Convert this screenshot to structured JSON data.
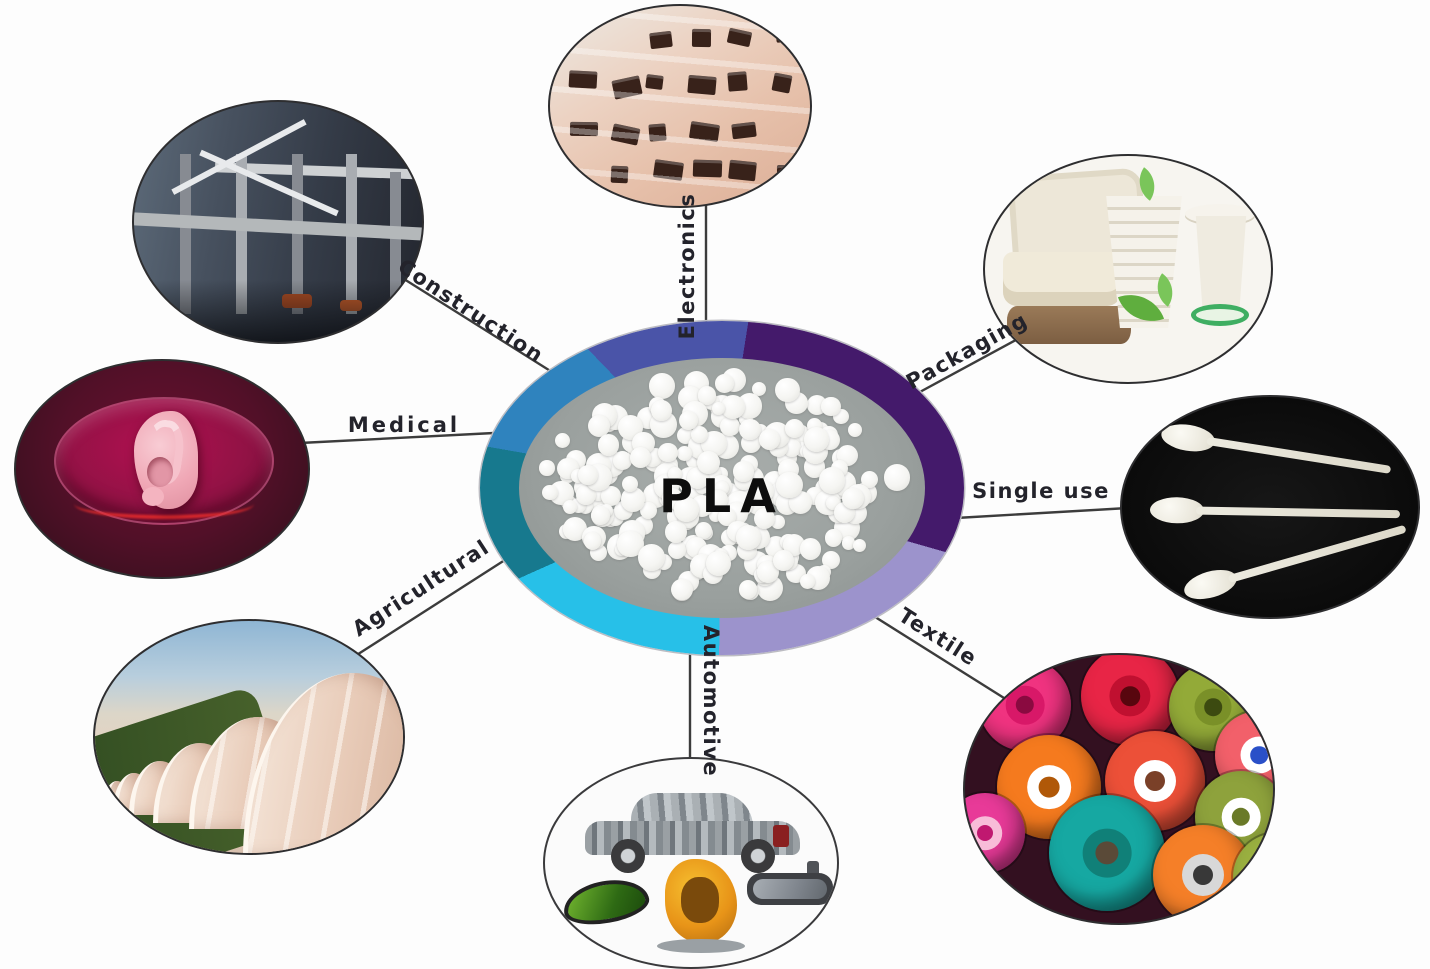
{
  "figure": {
    "center_label": "PLA",
    "center_description": "pile of translucent white PLA resin pellets on gray background",
    "ring_segments": [
      {
        "name": "indigo",
        "color": "#4a54a8"
      },
      {
        "name": "dark-purple",
        "color": "#441a6b"
      },
      {
        "name": "lavender",
        "color": "#9c93cc"
      },
      {
        "name": "cyan",
        "color": "#27c0e8"
      },
      {
        "name": "teal",
        "color": "#17798e"
      },
      {
        "name": "light-blue",
        "color": "#2f83be"
      }
    ],
    "applications": [
      {
        "id": "construction",
        "label": "Construction",
        "image": "steel-framed building under construction"
      },
      {
        "id": "electronics",
        "label": "Electronics",
        "image": "flexible electronic circuit with dark chips on skin-tone substrate"
      },
      {
        "id": "packaging",
        "label": "Packaging",
        "image": "compostable cups, clamshell boxes and food trays with green leaves"
      },
      {
        "id": "single_use",
        "label": "Single use",
        "image": "three white plastic spoons on a black background"
      },
      {
        "id": "textile",
        "label": "Textile",
        "image": "brightly colored yarn spools seen from above"
      },
      {
        "id": "automotive",
        "label": "Automotive",
        "image": "car drawn from interior parts, side mirror, child seat and rear-view mirror"
      },
      {
        "id": "agricultural",
        "label": "Agricultural",
        "image": "row of plastic-film greenhouse tunnels beside green crops"
      },
      {
        "id": "medical",
        "label": "Medical",
        "image": "bio-printed ear in a magenta petri dish"
      }
    ]
  }
}
